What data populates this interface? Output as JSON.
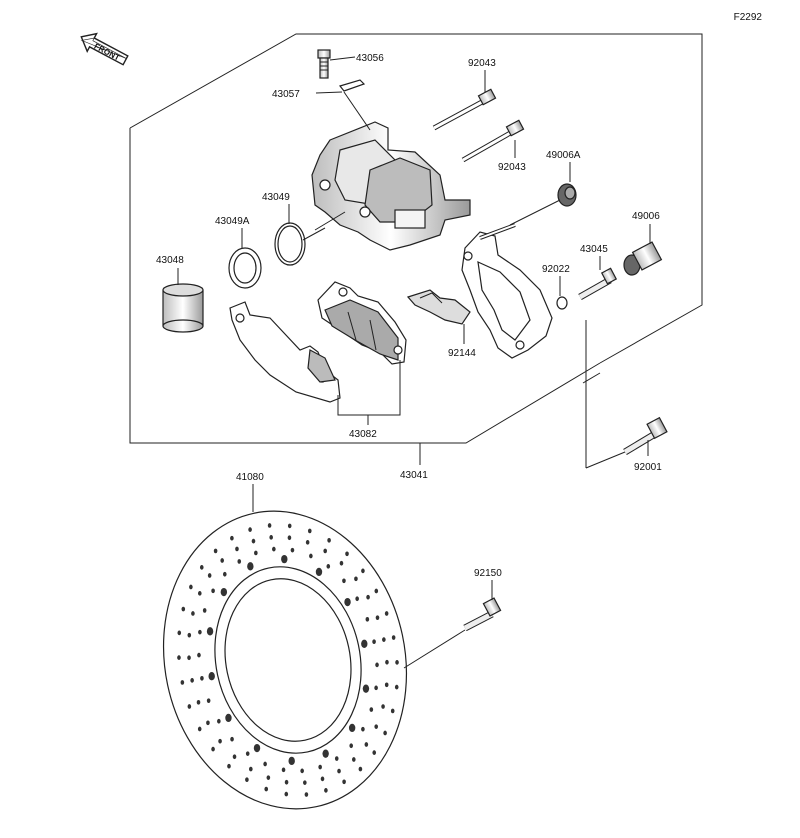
{
  "figure_code": "F2292",
  "front_label": "FRONT",
  "parts": [
    {
      "id": "p43056",
      "label": "43056"
    },
    {
      "id": "p43057",
      "label": "43057"
    },
    {
      "id": "p92043a",
      "label": "92043"
    },
    {
      "id": "p92043b",
      "label": "92043"
    },
    {
      "id": "p49006A",
      "label": "49006A"
    },
    {
      "id": "p43049",
      "label": "43049"
    },
    {
      "id": "p43049A",
      "label": "43049A"
    },
    {
      "id": "p49006",
      "label": "49006"
    },
    {
      "id": "p43045",
      "label": "43045"
    },
    {
      "id": "p43048",
      "label": "43048"
    },
    {
      "id": "p92022",
      "label": "92022"
    },
    {
      "id": "p92144",
      "label": "92144"
    },
    {
      "id": "p43082",
      "label": "43082"
    },
    {
      "id": "p43041",
      "label": "43041"
    },
    {
      "id": "p92001",
      "label": "92001"
    },
    {
      "id": "p41080",
      "label": "41080"
    },
    {
      "id": "p92150",
      "label": "92150"
    }
  ],
  "colors": {
    "line": "#222222",
    "part_fill": "#ffffff",
    "shade": "#cfcfcf",
    "dark": "#555555"
  }
}
